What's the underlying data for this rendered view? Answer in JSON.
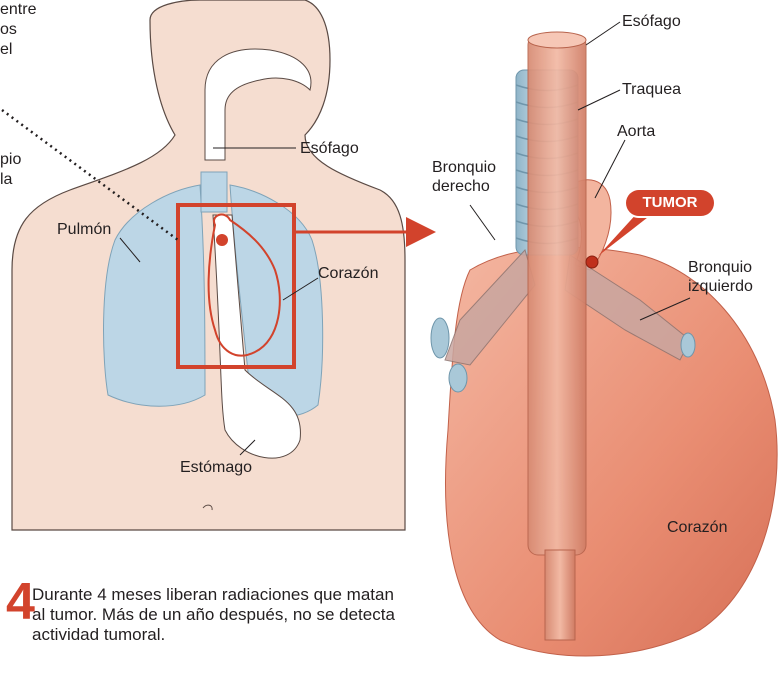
{
  "left_panel": {
    "partial_text_lines": [
      "entre",
      "os",
      "el",
      "pio",
      "la"
    ],
    "labels": {
      "esofago": "Esófago",
      "pulmon": "Pulmón",
      "corazon": "Corazón",
      "estomago": "Estómago"
    }
  },
  "right_panel": {
    "labels": {
      "esofago": "Esófago",
      "traquea": "Traquea",
      "aorta": "Aorta",
      "bronquio_derecho_line1": "Bronquio",
      "bronquio_derecho_line2": "derecho",
      "bronquio_izquierdo_line1": "Bronquio",
      "bronquio_izquierdo_line2": "izquierdo",
      "corazon": "Corazón"
    },
    "tumor_badge": "TUMOR"
  },
  "step": {
    "number": "4",
    "text": "Durante 4 meses liberan radiaciones que matan al tumor. Más de un año después, no se detecta actividad tumoral."
  },
  "colors": {
    "accent_red": "#d2432c",
    "skin": "#f5ddd0",
    "lung_blue": "#bcd6e6",
    "heart": "#e98d72"
  }
}
